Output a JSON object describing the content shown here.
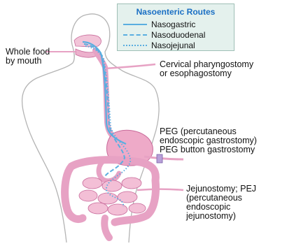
{
  "legend": {
    "title": "Nasoenteric Routes",
    "items": [
      {
        "label": "Nasogastric",
        "style": "solid"
      },
      {
        "label": "Nasoduodenal",
        "style": "dashed"
      },
      {
        "label": "Nasojejunal",
        "style": "dotted"
      }
    ]
  },
  "labels": {
    "whole_food": "Whole food\nby mouth",
    "cervical": "Cervical pharyngostomy\nor esophagostomy",
    "peg": "PEG (percutaneous\nendoscopic gastrostomy)\nPEG button gastrostomy",
    "jejunostomy": "Jejunostomy; PEJ\n(percutaneous\nendoscopic\njejunostomy)"
  },
  "colors": {
    "tube": "#5aaee0",
    "organ": "#e7a2c4",
    "organ_dark": "#c86a9a",
    "legend_bg": "#e4f1ed",
    "legend_title": "#1a6fc4"
  }
}
